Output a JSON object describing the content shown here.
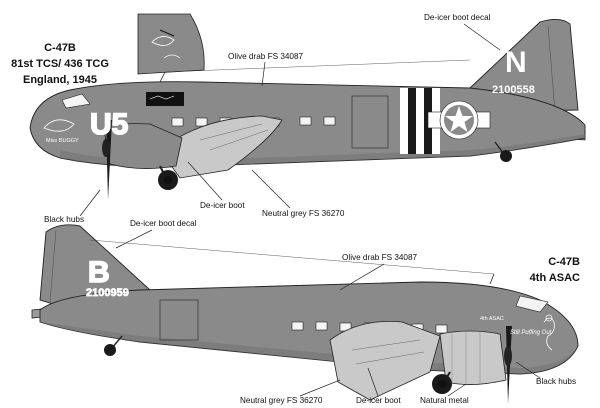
{
  "top_aircraft": {
    "title_line1": "C-47B",
    "title_line2": "81st TCS/ 436 TCG",
    "title_line3": "England, 1945",
    "fuselage_code": "U5",
    "tail_letter": "N",
    "tail_serial": "2100558",
    "nose_art_text": "Miss BUGGY",
    "callouts": {
      "deicer_boot_decal": "De-icer boot decal",
      "olive_drab": "Olive drab FS 34087",
      "deicer_boot": "De-icer boot",
      "neutral_grey": "Neutral grey FS 36270",
      "black_hubs": "Black hubs"
    }
  },
  "bottom_aircraft": {
    "title_line1": "C-47B",
    "title_line2": "4th ASAC",
    "tail_letter": "B",
    "tail_serial": "2100959",
    "unit_marking": "4th ASAC",
    "nose_art_text": "Still Puffing Out",
    "callouts": {
      "deicer_boot_decal": "De-icer boot decal",
      "olive_drab": "Olive drab FS 34087",
      "neutral_grey": "Neutral grey FS 36270",
      "deicer_boot": "De-icer boot",
      "natural_metal": "Natural metal",
      "black_hubs": "Black hubs"
    }
  },
  "colors": {
    "olive_drab": "#8a8a8a",
    "olive_drab_dark": "#6f6f6f",
    "neutral_grey": "#c9c9c9",
    "outline": "#222222",
    "invasion_stripe_white": "#ffffff",
    "invasion_stripe_black": "#1a1a1a"
  }
}
